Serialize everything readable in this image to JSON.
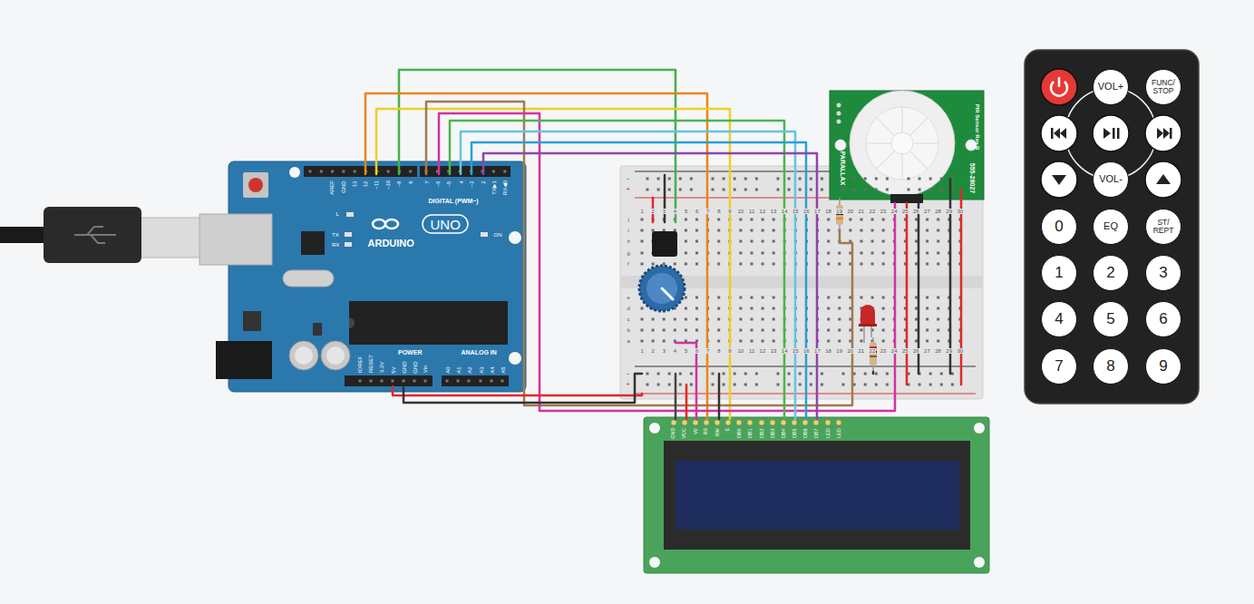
{
  "diagram": {
    "nodes": [
      {
        "text": [
          "AREF",
          "GND",
          "13",
          "12",
          "~11",
          "~10",
          "~9",
          "8",
          "7",
          "~6",
          "~5",
          "4",
          "~3",
          "2",
          "TX▶1",
          "RX◀0",
          "DIGITAL (PWM~)",
          "L",
          "TX",
          "RX",
          "ARDUINO",
          "UNO",
          "ON",
          "IOREF",
          "RESET",
          "3.3V",
          "5V",
          "GND",
          "GND",
          "Vin",
          "POWER",
          "ANALOG IN",
          "A0",
          "A1",
          "A2",
          "A3",
          "A4",
          "A5"
        ]
      },
      {
        "text": [
          "1",
          "2",
          "3",
          "4",
          "5",
          "6",
          "7",
          "8",
          "9",
          "10",
          "11",
          "12",
          "13",
          "14",
          "15",
          "16",
          "17",
          "18",
          "19",
          "20",
          "21",
          "22",
          "23",
          "24",
          "25",
          "26",
          "27",
          "28",
          "29",
          "30",
          "1",
          "2",
          "3",
          "4",
          "5",
          "6",
          "7",
          "8",
          "9",
          "10",
          "11",
          "12",
          "13",
          "14",
          "15",
          "16",
          "17",
          "18",
          "19",
          "20",
          "21",
          "22",
          "23",
          "24",
          "25",
          "26",
          "27",
          "28",
          "29",
          "30",
          "j",
          "i",
          "h",
          "g",
          "f",
          "e",
          "d",
          "c",
          "b",
          "a",
          "-",
          "+",
          "-",
          "+"
        ]
      },
      {
        "text": [
          "PARALLAX",
          "PIR Sensor Rev B",
          "555-28027"
        ]
      },
      {
        "text": [
          "GND",
          "VCC",
          "V0",
          "RS",
          "RW",
          "E",
          "DB0",
          "DB1",
          "DB2",
          "DB3",
          "DB4",
          "DB5",
          "DB6",
          "DB7",
          "LED",
          "LED"
        ]
      },
      {
        "text": [
          "VOL+"
        ]
      },
      {
        "text": [
          "FUNC/ STOP"
        ]
      },
      {
        "text": [
          "VOL-"
        ]
      },
      {
        "text": [
          "0"
        ]
      },
      {
        "text": [
          "EQ"
        ]
      },
      {
        "text": [
          "ST/ REPT"
        ]
      },
      {
        "text": [
          "1"
        ]
      },
      {
        "text": [
          "2"
        ]
      },
      {
        "text": [
          "3"
        ]
      },
      {
        "text": [
          "4"
        ]
      },
      {
        "text": [
          "5"
        ]
      },
      {
        "text": [
          "6"
        ]
      },
      {
        "text": [
          "7"
        ]
      },
      {
        "text": [
          "8"
        ]
      },
      {
        "text": [
          "9"
        ]
      }
    ]
  }
}
